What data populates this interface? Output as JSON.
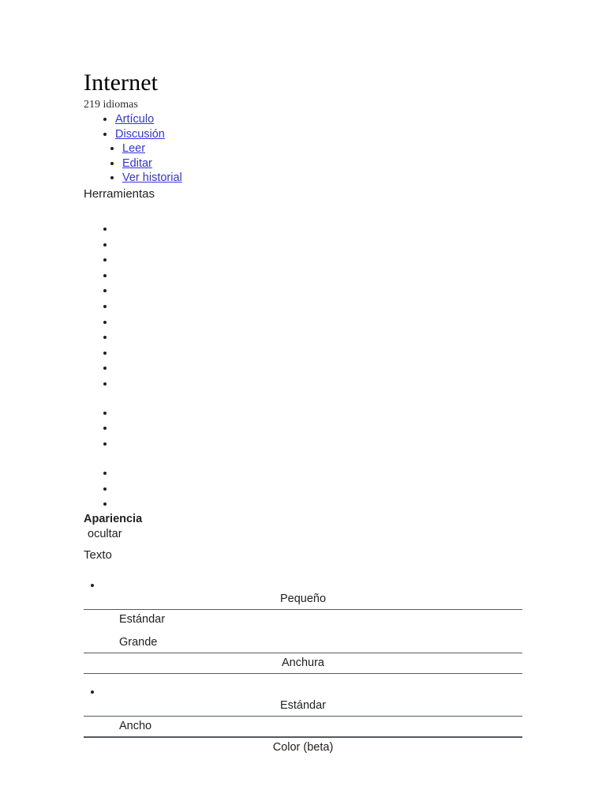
{
  "article": {
    "title": "Internet",
    "language_count": "219 idiomas"
  },
  "namespace_tabs": [
    {
      "label": "Artículo"
    },
    {
      "label": "Discusión"
    }
  ],
  "view_tabs": [
    {
      "label": "Leer"
    },
    {
      "label": "Editar"
    },
    {
      "label": "Ver historial"
    }
  ],
  "tools": {
    "label": "Herramientas",
    "group_1_item_count": 11,
    "group_2_item_count": 3,
    "group_3_item_count": 3
  },
  "appearance": {
    "heading": "Apariencia",
    "hide_label": "ocultar",
    "text_section": {
      "label": "Texto",
      "options": [
        {
          "label": "Pequeño"
        },
        {
          "label": "Estándar"
        },
        {
          "label": "Grande"
        }
      ]
    },
    "width_section": {
      "label": "Anchura",
      "options": [
        {
          "label": "Estándar"
        },
        {
          "label": "Ancho"
        }
      ]
    },
    "color_section": {
      "label": "Color (beta)"
    }
  },
  "colors": {
    "link": "#3333dd",
    "text": "#202122",
    "rule": "#54595d",
    "background": "#ffffff"
  }
}
